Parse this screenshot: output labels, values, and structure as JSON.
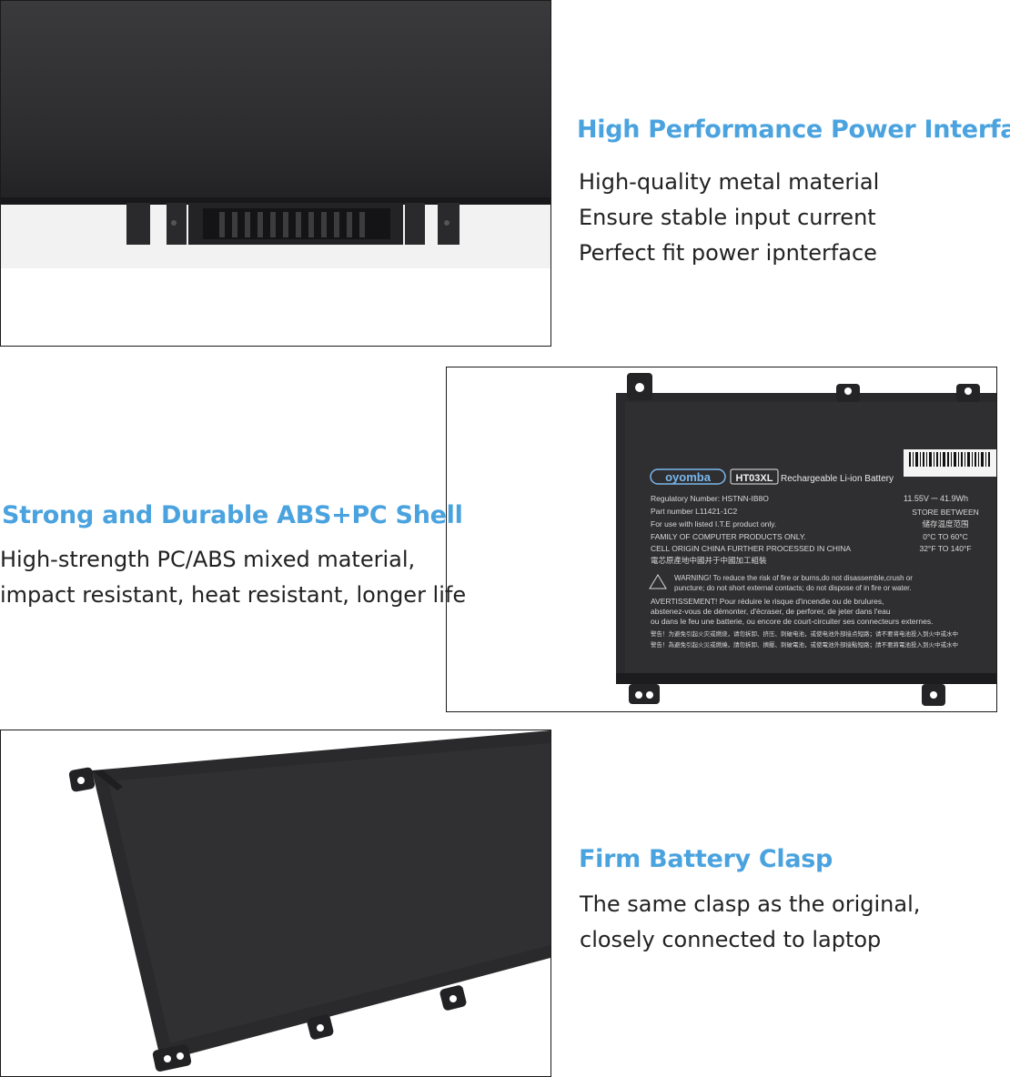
{
  "section1": {
    "title": "High Performance Power Interface",
    "lines": [
      "High-quality metal material",
      "Ensure stable input current",
      "Perfect fit power ipnterface"
    ]
  },
  "section2": {
    "title": "Strong and Durable ABS+PC Shell",
    "lines": [
      "High-strength PC/ABS mixed material,",
      "impact resistant, heat resistant, longer life"
    ]
  },
  "section3": {
    "title": "Firm Battery Clasp",
    "lines": [
      "The same clasp as the original,",
      "closely connected to laptop"
    ]
  },
  "label": {
    "brand": "oyomba",
    "model": "HT03XL",
    "type": "Rechargeable Li-ion Battery",
    "regulatory": "Regulatory  Number:  HSTNN-IB8O",
    "part": "Part  number  L11421-1C2",
    "ite": "For  use  with  listed  I.T.E  product  only.",
    "family": "FAMILY  OF  COMPUTER  PRODUCTS  ONLY.",
    "origin": "CELL  ORIGIN  CHINA  FURTHER  PROCESSED  IN  CHINA",
    "cn_origin": "電芯原產地中國并于中國加工組裝",
    "spec": "11.55V ⎓ 41.9Wh",
    "store": "STORE BETWEEN",
    "store_cn": "储存温度范围",
    "temp_c": "0°C  TO  60°C",
    "temp_f": "32°F  TO  140°F",
    "warning1": "WARNING! To reduce the risk of fire or burns,do not disassemble,crush or",
    "warning2": "puncture; do not short external contacts; do not dispose of in fire or water.",
    "avert1": "AVERTISSEMENT! Pour réduire le risque d'incendie ou de brulures,",
    "avert2": "abstenez-vous de démonter, d'écraser, de perforer, de jeter dans l'eau",
    "avert3": "ou dans le feu une batterie, ou encore de court-circuiter ses connecteurs externes.",
    "cn_warn1": "警告！为避免引起火灾或燃烧，请勿拆卸、挤压、刺破电池，或使电池外部接点短路；请不要将电池投入到火中或水中",
    "cn_warn2": "警告！為避免引起火災或燃燒，請勿拆卸、擠壓、刺破電池，或使電池外部接點短路；請不要將電池投入到火中或水中"
  }
}
